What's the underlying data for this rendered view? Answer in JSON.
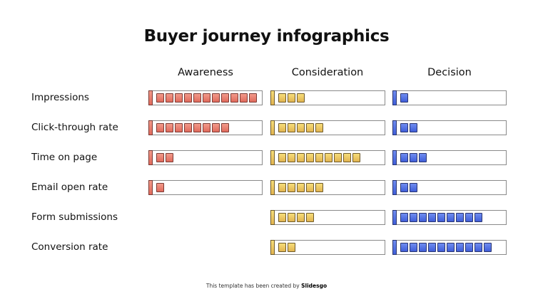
{
  "title": "Buyer journey infographics",
  "footer": {
    "text": "This template has been created by ",
    "brand": "Slidesgo"
  },
  "colors": {
    "awareness": {
      "fill_top": "#f29a8a",
      "fill_bottom": "#e06a5c",
      "border": "#7a3a34"
    },
    "consideration": {
      "fill_top": "#f6dd7a",
      "fill_bottom": "#e2b450",
      "border": "#6e5a2a"
    },
    "decision": {
      "fill_top": "#6f8cf0",
      "fill_bottom": "#3f5ed8",
      "border": "#2a3570"
    }
  },
  "columns": [
    "Awareness",
    "Consideration",
    "Decision"
  ],
  "rows": [
    "Impressions",
    "Click-through rate",
    "Time on page",
    "Email open rate",
    "Form submissions",
    "Conversion rate"
  ],
  "chart_data": {
    "type": "table",
    "title": "Buyer journey infographics",
    "categories": [
      "Impressions",
      "Click-through rate",
      "Time on page",
      "Email open rate",
      "Form submissions",
      "Conversion rate"
    ],
    "series": [
      {
        "name": "Awareness",
        "values": [
          11,
          8,
          2,
          1,
          null,
          null
        ]
      },
      {
        "name": "Consideration",
        "values": [
          3,
          5,
          9,
          5,
          4,
          2
        ]
      },
      {
        "name": "Decision",
        "values": [
          1,
          2,
          3,
          2,
          9,
          10
        ]
      }
    ],
    "unit": "blocks (max ~11 per bar)"
  }
}
